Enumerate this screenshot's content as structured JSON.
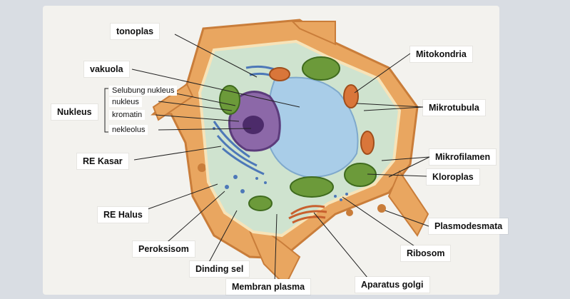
{
  "labels": {
    "tonoplas": "tonoplas",
    "vakuola": "vakuola",
    "nukleus": "Nukleus",
    "selubung_nukleus": "Selubung nukleus",
    "kromatin": "kromatin",
    "nekleolus": "nekleolus",
    "re_kasar": "RE Kasar",
    "re_halus": "RE Halus",
    "peroksisom": "Peroksisom",
    "dinding_sel": "Dinding sel",
    "membran_plasma": "Membran plasma",
    "aparatus_golgi": "Aparatus golgi",
    "ribosom": "Ribosom",
    "plasmodesmata": "Plasmodesmata",
    "kloroplas": "Kloroplas",
    "mikrofilamen": "Mikrofilamen",
    "mikrotubula": "Mikrotubula",
    "mitokondria": "Mitokondria"
  },
  "colors": {
    "cell_wall": "#e9a660",
    "cell_wall_dark": "#c97d3a",
    "cytoplasm": "#cfe3cf",
    "vacuole": "#a9cde8",
    "nucleus": "#8c68a8",
    "nucleolus": "#4c2b6a",
    "chloroplast": "#6c9a3a",
    "mitochondria": "#d9763a",
    "er": "#4d78b8"
  }
}
